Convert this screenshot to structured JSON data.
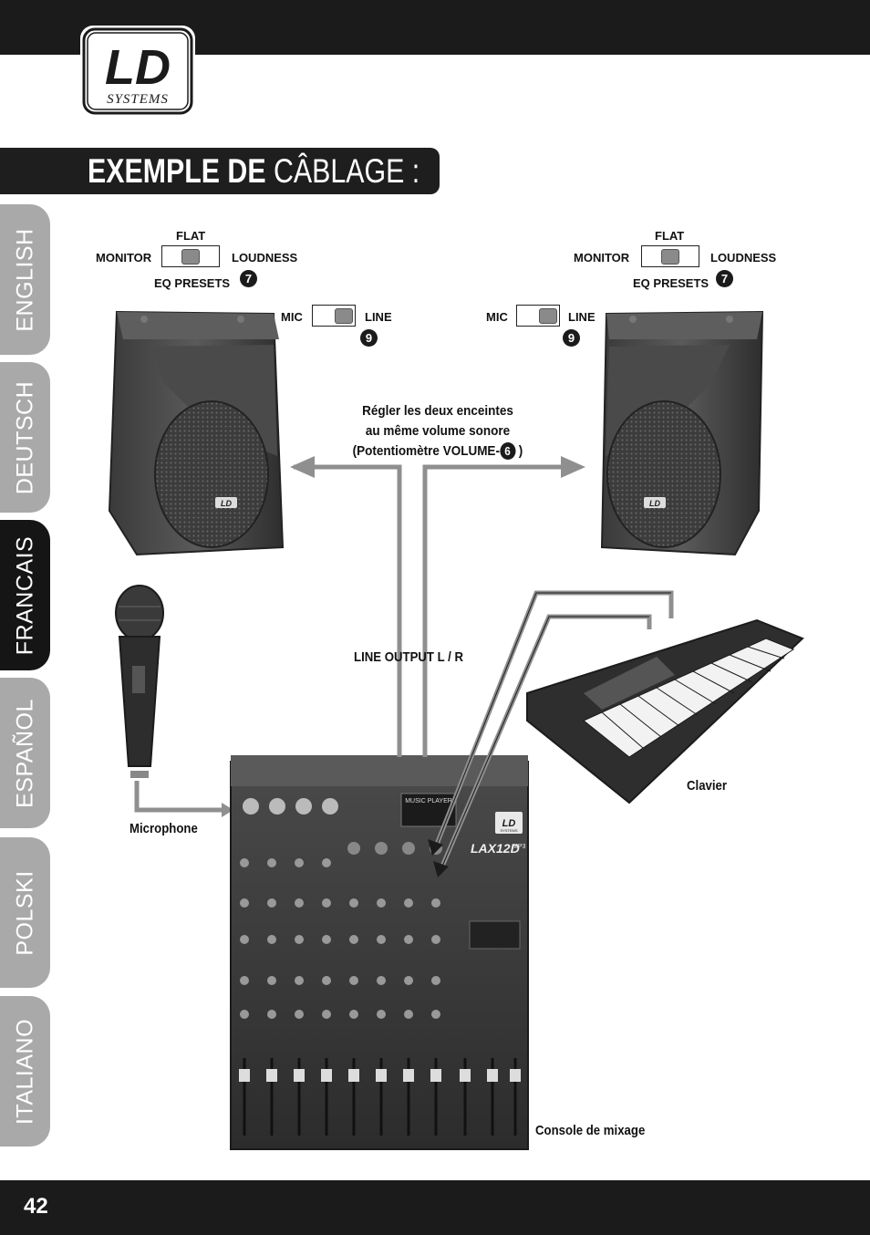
{
  "header": {
    "title_bold": "EXEMPLE DE",
    "title_light": "CÂBLAGE :"
  },
  "logo": {
    "mark": "LD",
    "sub": "SYSTEMS"
  },
  "tabs": [
    {
      "label": "ENGLISH",
      "active": false
    },
    {
      "label": "DEUTSCH",
      "active": false
    },
    {
      "label": "FRANCAIS",
      "active": true
    },
    {
      "label": "ESPAÑOL",
      "active": false
    },
    {
      "label": "POLSKI",
      "active": false
    },
    {
      "label": "ITALIANO",
      "active": false
    }
  ],
  "speaker_left": {
    "flat": "FLAT",
    "monitor": "MONITOR",
    "loudness": "LOUDNESS",
    "eq_presets": "EQ PRESETS",
    "eq_badge": "7",
    "mic": "MIC",
    "line": "LINE",
    "mic_line_badge": "9",
    "logo": "LD"
  },
  "speaker_right": {
    "flat": "FLAT",
    "monitor": "MONITOR",
    "loudness": "LOUDNESS",
    "eq_presets": "EQ PRESETS",
    "eq_badge": "7",
    "mic": "MIC",
    "line": "LINE",
    "mic_line_badge": "9",
    "logo": "LD"
  },
  "note": {
    "line1": "Régler les deux enceintes",
    "line2": "au même volume sonore",
    "line3_pre": "(Potentiomètre VOLUME-",
    "line3_badge": "6",
    "line3_post": " )"
  },
  "labels": {
    "line_output": "LINE OUTPUT L / R",
    "microphone": "Microphone",
    "keyboard": "Clavier",
    "mixer": "Console de mixage"
  },
  "mixer": {
    "brand": "LD",
    "brand_sub": "SYSTEMS",
    "model": "LAX12D",
    "model_suffix": "MP3",
    "player": "MUSIC PLAYER"
  },
  "footer": {
    "page": "42"
  },
  "colors": {
    "dark": "#1b1b1b",
    "tab_inactive": "#a9a9a9",
    "arrow": "#8f8f8f"
  }
}
